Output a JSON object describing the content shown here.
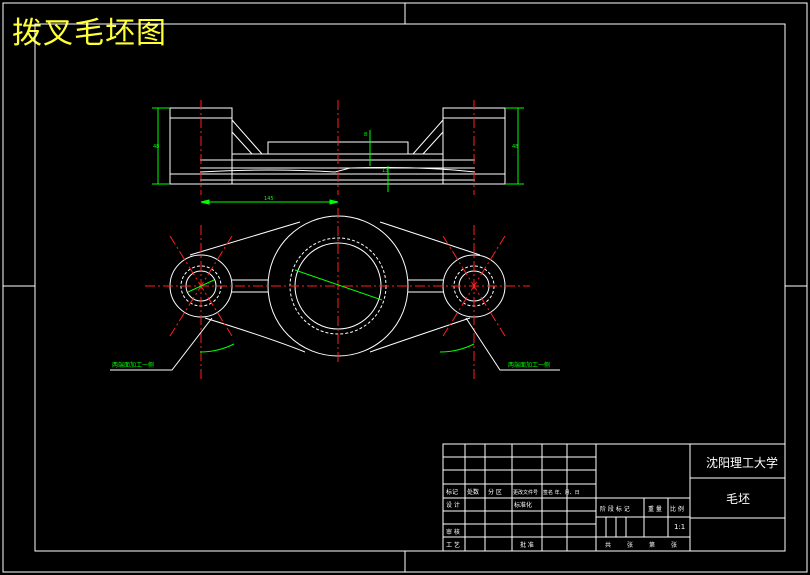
{
  "drawing": {
    "title": "拨叉毛坯图",
    "colors": {
      "background": "#000000",
      "outline": "#ffffff",
      "centerline": "#ff2020",
      "dimension": "#00ff00",
      "heading": "#ffff33"
    }
  },
  "dimensions": {
    "left_height": "48",
    "right_height": "48",
    "center_distance": "145",
    "step_upper": "8",
    "step_lower": "13"
  },
  "notes": {
    "left_callout": "两端面加工一侧",
    "right_callout": "两端面加工一侧"
  },
  "title_block": {
    "school": "沈阳理工大学",
    "part_name": "毛坯",
    "scale": "1:1",
    "row_labels": {
      "mark": "标记",
      "count": "处数",
      "zone": "分 区",
      "doc_no": "更改文件号",
      "sign_date": "签名 年、月、日",
      "design": "设 计",
      "standardize": "标准化",
      "review": "审 核",
      "process": "工 艺",
      "approve": "批 准"
    },
    "stage_labels": {
      "stage_mark": "阶 段 标 记",
      "weight": "重 量",
      "scale_label": "比 例"
    },
    "sheet_labels": {
      "total": "共",
      "sheets_a": "张",
      "page": "第",
      "sheets_b": "张"
    }
  }
}
